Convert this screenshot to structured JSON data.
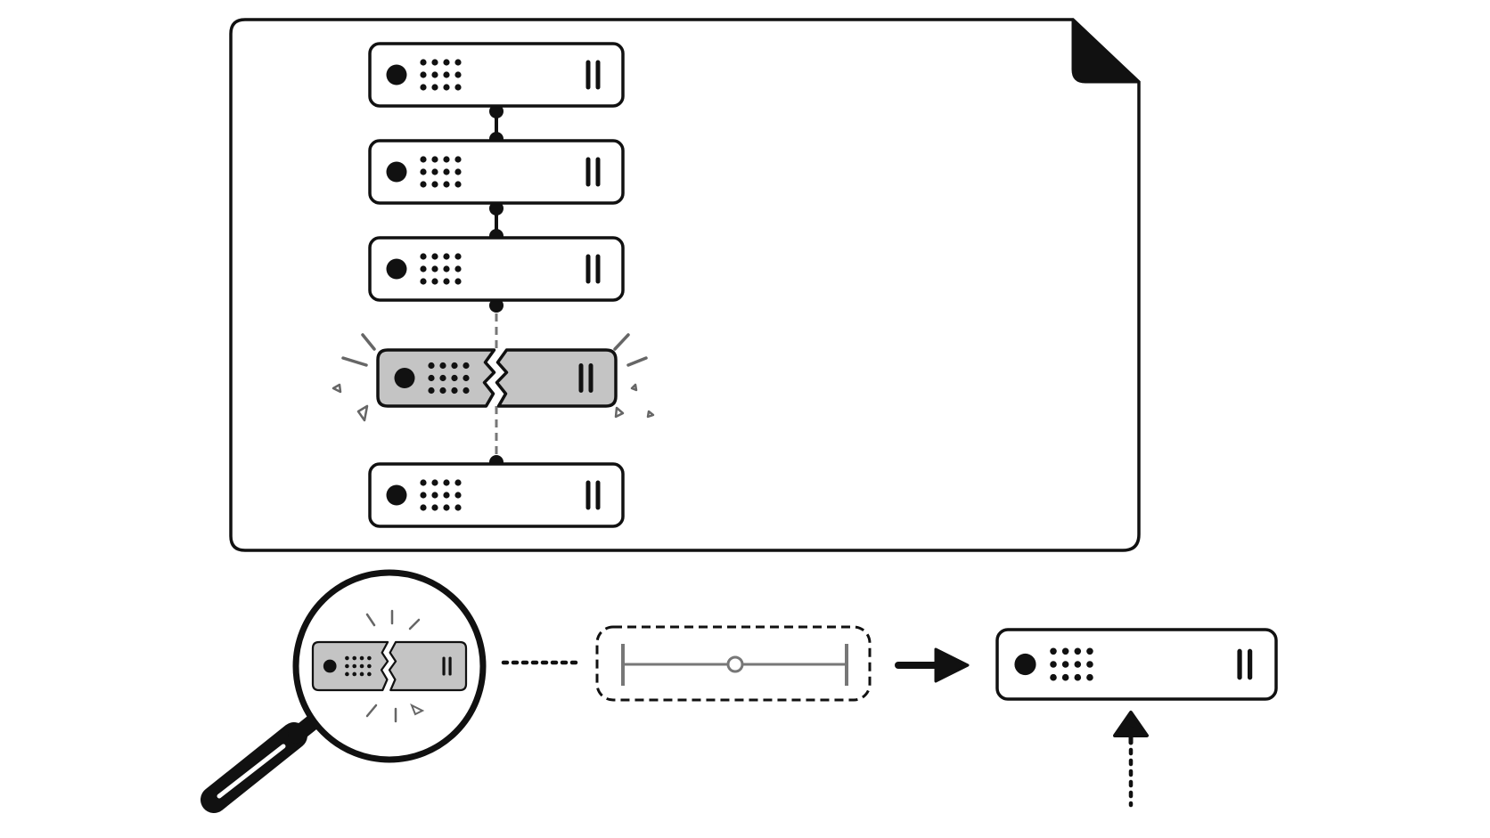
{
  "colors": {
    "stroke": "#111111",
    "background": "#ffffff",
    "failed_fill": "#c4c4c4",
    "dashed_gray": "#777777",
    "splinter_gray": "#666666"
  },
  "icons": {
    "document": "document-dog-ear-icon",
    "server_unit": "server-rack-unit-icon",
    "broken_unit": "broken-server-unit-icon",
    "magnifier": "magnifying-glass-icon",
    "connector": "solid-link-connector",
    "dashed_connector": "dashed-link-connector",
    "gap_measure": "dashed-gap-measure-icon",
    "arrow_right": "arrow-right-icon",
    "arrow_up": "dotted-arrow-up-icon",
    "replacement": "replacement-server-unit-icon"
  },
  "stack": {
    "units": [
      {
        "state": "ok"
      },
      {
        "state": "ok"
      },
      {
        "state": "ok"
      },
      {
        "state": "broken"
      },
      {
        "state": "ok"
      }
    ],
    "links": [
      "solid",
      "solid",
      "dashed",
      "dashed"
    ]
  },
  "repair_flow": {
    "steps": [
      "inspect-broken-unit",
      "locate-gap",
      "insert-replacement"
    ]
  }
}
